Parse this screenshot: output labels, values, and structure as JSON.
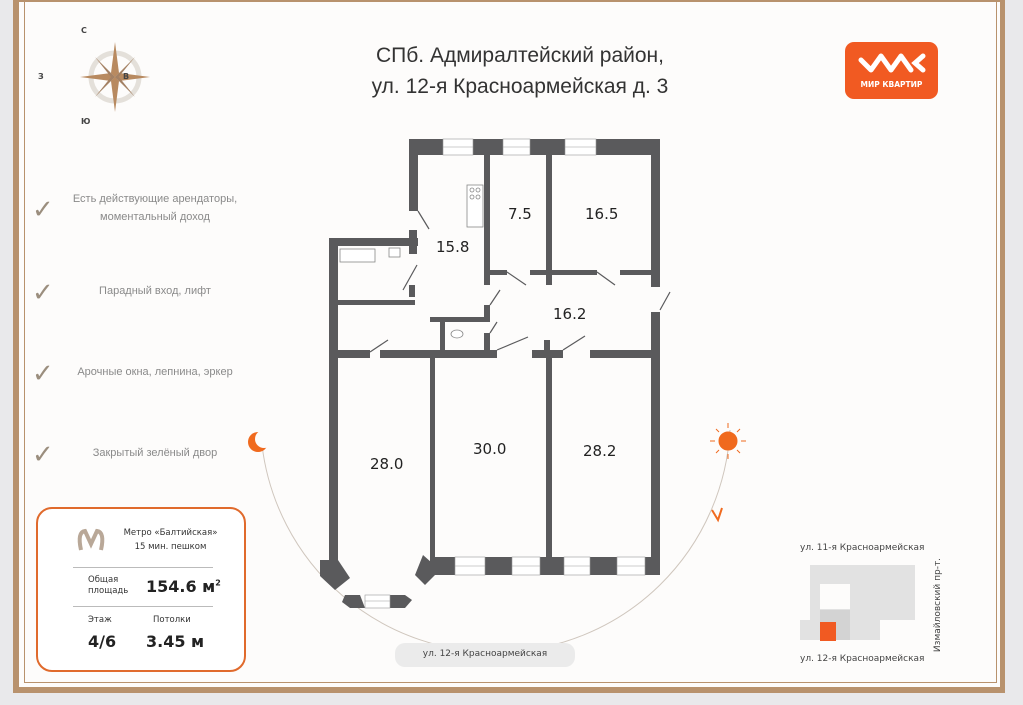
{
  "title": {
    "line1": "СПб. Адмиралтейский район,",
    "line2": "ул. 12-я Красноармейская д. 3"
  },
  "logo": {
    "mark": "ꟽ∧∧⟨",
    "name": "МИР КВАРТИР",
    "color": "#f15a22"
  },
  "compass": {
    "n": "С",
    "s": "Ю",
    "w": "З",
    "e": "В",
    "icon": "compass-rose-icon"
  },
  "features": [
    {
      "text": "Есть действующие арендаторы, моментальный доход"
    },
    {
      "text": "Парадный вход, лифт"
    },
    {
      "text": "Арочные окна, лепнина, эркер"
    },
    {
      "text": "Закрытый зелёный двор"
    }
  ],
  "card": {
    "metro_name": "Метро «Балтийская»",
    "metro_time": "15 мин. пешком",
    "area_label_1": "Общая",
    "area_label_2": "площадь",
    "area_value": "154.6 м",
    "area_unit_sup": "2",
    "floor_label": "Этаж",
    "floor_value": "4/6",
    "ceiling_label": "Потолки",
    "ceiling_value": "3.45 м",
    "accent": "#e06a2c"
  },
  "rooms": {
    "kitchen": "15.8",
    "small": "7.5",
    "top_right": "16.5",
    "hall": "16.2",
    "left": "28.0",
    "middle": "30.0",
    "right": "28.2"
  },
  "street_bottom": "ул. 12-я Красноармейская",
  "map": {
    "top_street": "ул. 11-я Красноармейская",
    "bottom_street": "ул. 12-я Красноармейская",
    "side_street": "Измайловский пр-т.",
    "highlight": "#f15a22"
  }
}
